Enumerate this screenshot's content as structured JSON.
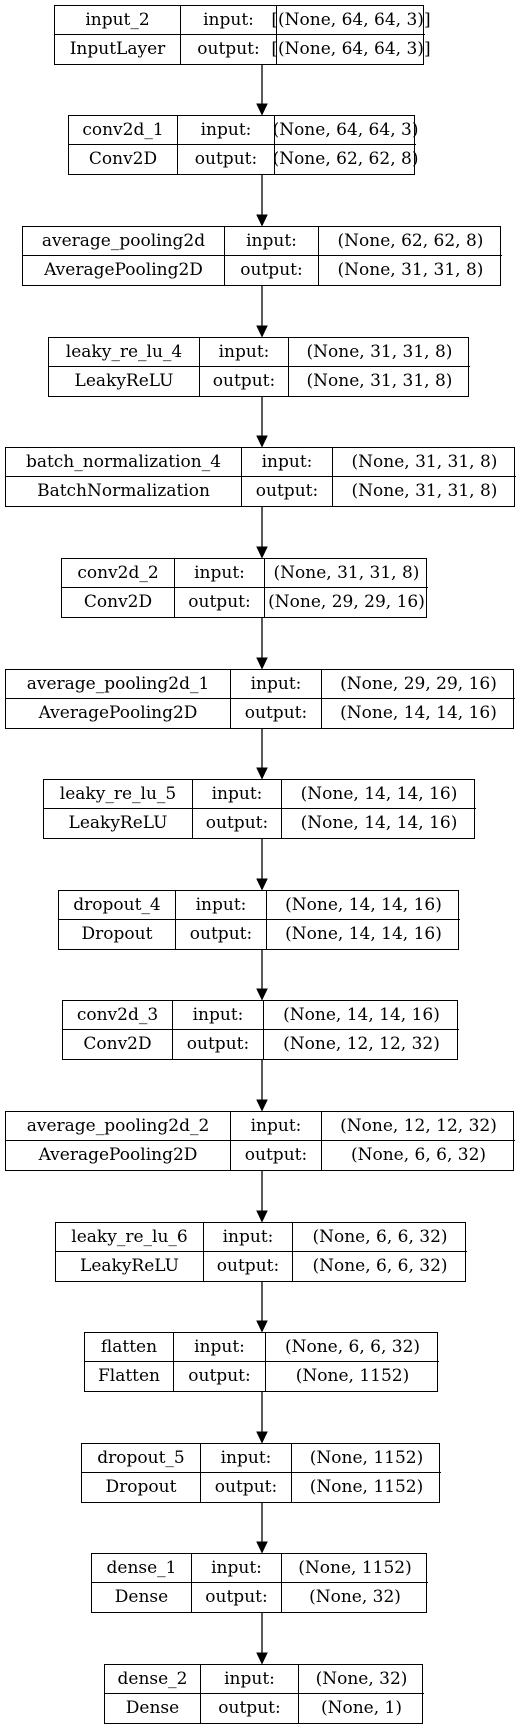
{
  "layers": [
    {
      "name": "input_2",
      "type": "InputLayer",
      "input_label": "input:",
      "output_label": "output:",
      "input_shape": "[(None, 64, 64, 3)]",
      "output_shape": "[(None, 64, 64, 3)]"
    },
    {
      "name": "conv2d_1",
      "type": "Conv2D",
      "input_label": "input:",
      "output_label": "output:",
      "input_shape": "(None, 64, 64, 3)",
      "output_shape": "(None, 62, 62, 8)"
    },
    {
      "name": "average_pooling2d",
      "type": "AveragePooling2D",
      "input_label": "input:",
      "output_label": "output:",
      "input_shape": "(None, 62, 62, 8)",
      "output_shape": "(None, 31, 31, 8)"
    },
    {
      "name": "leaky_re_lu_4",
      "type": "LeakyReLU",
      "input_label": "input:",
      "output_label": "output:",
      "input_shape": "(None, 31, 31, 8)",
      "output_shape": "(None, 31, 31, 8)"
    },
    {
      "name": "batch_normalization_4",
      "type": "BatchNormalization",
      "input_label": "input:",
      "output_label": "output:",
      "input_shape": "(None, 31, 31, 8)",
      "output_shape": "(None, 31, 31, 8)"
    },
    {
      "name": "conv2d_2",
      "type": "Conv2D",
      "input_label": "input:",
      "output_label": "output:",
      "input_shape": "(None, 31, 31, 8)",
      "output_shape": "(None, 29, 29, 16)"
    },
    {
      "name": "average_pooling2d_1",
      "type": "AveragePooling2D",
      "input_label": "input:",
      "output_label": "output:",
      "input_shape": "(None, 29, 29, 16)",
      "output_shape": "(None, 14, 14, 16)"
    },
    {
      "name": "leaky_re_lu_5",
      "type": "LeakyReLU",
      "input_label": "input:",
      "output_label": "output:",
      "input_shape": "(None, 14, 14, 16)",
      "output_shape": "(None, 14, 14, 16)"
    },
    {
      "name": "dropout_4",
      "type": "Dropout",
      "input_label": "input:",
      "output_label": "output:",
      "input_shape": "(None, 14, 14, 16)",
      "output_shape": "(None, 14, 14, 16)"
    },
    {
      "name": "conv2d_3",
      "type": "Conv2D",
      "input_label": "input:",
      "output_label": "output:",
      "input_shape": "(None, 14, 14, 16)",
      "output_shape": "(None, 12, 12, 32)"
    },
    {
      "name": "average_pooling2d_2",
      "type": "AveragePooling2D",
      "input_label": "input:",
      "output_label": "output:",
      "input_shape": "(None, 12, 12, 32)",
      "output_shape": "(None, 6, 6, 32)"
    },
    {
      "name": "leaky_re_lu_6",
      "type": "LeakyReLU",
      "input_label": "input:",
      "output_label": "output:",
      "input_shape": "(None, 6, 6, 32)",
      "output_shape": "(None, 6, 6, 32)"
    },
    {
      "name": "flatten",
      "type": "Flatten",
      "input_label": "input:",
      "output_label": "output:",
      "input_shape": "(None, 6, 6, 32)",
      "output_shape": "(None, 1152)"
    },
    {
      "name": "dropout_5",
      "type": "Dropout",
      "input_label": "input:",
      "output_label": "output:",
      "input_shape": "(None, 1152)",
      "output_shape": "(None, 1152)"
    },
    {
      "name": "dense_1",
      "type": "Dense",
      "input_label": "input:",
      "output_label": "output:",
      "input_shape": "(None, 1152)",
      "output_shape": "(None, 32)"
    },
    {
      "name": "dense_2",
      "type": "Dense",
      "input_label": "input:",
      "output_label": "output:",
      "input_shape": "(None, 32)",
      "output_shape": "(None, 1)"
    }
  ]
}
